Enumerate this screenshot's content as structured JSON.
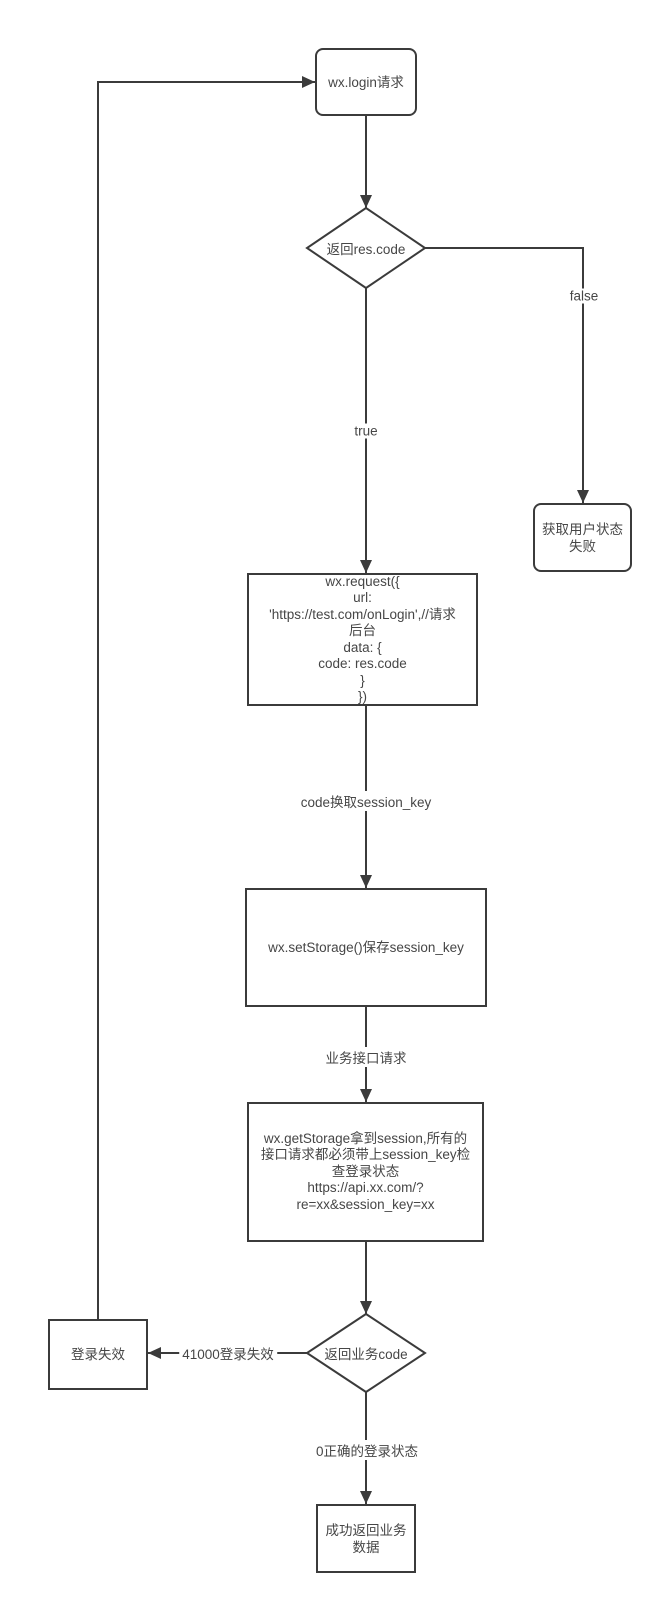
{
  "canvas": {
    "background": "#ffffff",
    "line_color": "#3b3b3b",
    "text_color": "#464646"
  },
  "nodes": {
    "login": {
      "text": "wx.login请求"
    },
    "rescode_decision": {
      "text": "返回res.code"
    },
    "get_user_state_failed": {
      "text": "获取用户状态\n失败"
    },
    "wx_request": {
      "text": "wx.request({\nurl:\n'https://test.com/onLogin',//请求\n后台\ndata: {\ncode: res.code\n}\n})"
    },
    "set_storage": {
      "text": "wx.setStorage()保存session_key"
    },
    "get_storage": {
      "text": "wx.getStorage拿到session,所有的\n接口请求都必须带上session_key检\n查登录状态\nhttps://api.xx.com/?\nre=xx&session_key=xx"
    },
    "business_code_decision": {
      "text": "返回业务code"
    },
    "login_invalid": {
      "text": "登录失效"
    },
    "success": {
      "text": "成功返回业务\n数据"
    }
  },
  "edge_labels": {
    "true_branch": "true",
    "false_branch": "false",
    "code_exchange": "code换取session_key",
    "business_request": "业务接口请求",
    "invalid_41000": "41000登录失效",
    "correct_state": "0正确的登录状态"
  }
}
